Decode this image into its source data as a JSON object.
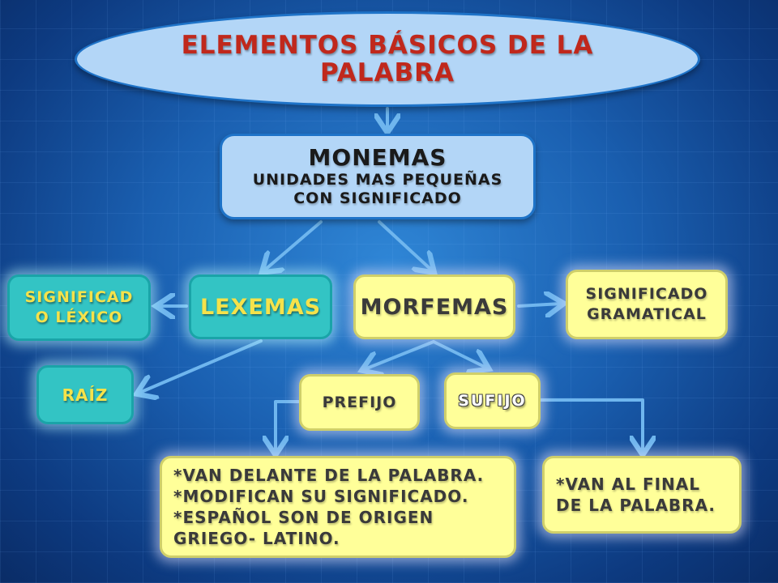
{
  "title": {
    "line1": "ELEMENTOS BÁSICOS DE LA",
    "line2": "PALABRA"
  },
  "monemas": {
    "label": "MONEMAS",
    "desc_line1": "UNIDADES MAS PEQUEÑAS",
    "desc_line2": "CON SIGNIFICADO"
  },
  "lexemas": {
    "label": "LEXEMAS"
  },
  "significado_lexico": {
    "line1": "SIGNIFICAD",
    "line2": "O LÉXICO"
  },
  "raiz": {
    "label": "RAÍZ"
  },
  "morfemas": {
    "label": "MORFEMAS"
  },
  "significado_gramatical": {
    "line1": "SIGNIFICADO",
    "line2": "GRAMATICAL"
  },
  "prefijo": {
    "label": "PREFIJO"
  },
  "sufijo": {
    "label": "SUFIJO"
  },
  "prefijo_desc": {
    "lines": [
      "*VAN DELANTE DE LA PALABRA.",
      "*MODIFICAN SU SIGNIFICADO.",
      "*ESPAÑOL SON DE ORIGEN",
      "GRIEGO- LATINO."
    ]
  },
  "sufijo_desc": {
    "lines": [
      "*VAN AL FINAL",
      "DE LA PALABRA."
    ]
  },
  "colors": {
    "background": "#1a5fb0",
    "title_text": "#c0281c",
    "light_blue_box": "#b3d6f7",
    "teal_box": "#33c4c4",
    "teal_text": "#f5e24a",
    "yellow_box": "#ffff99",
    "arrow": "#6fb6ee"
  }
}
